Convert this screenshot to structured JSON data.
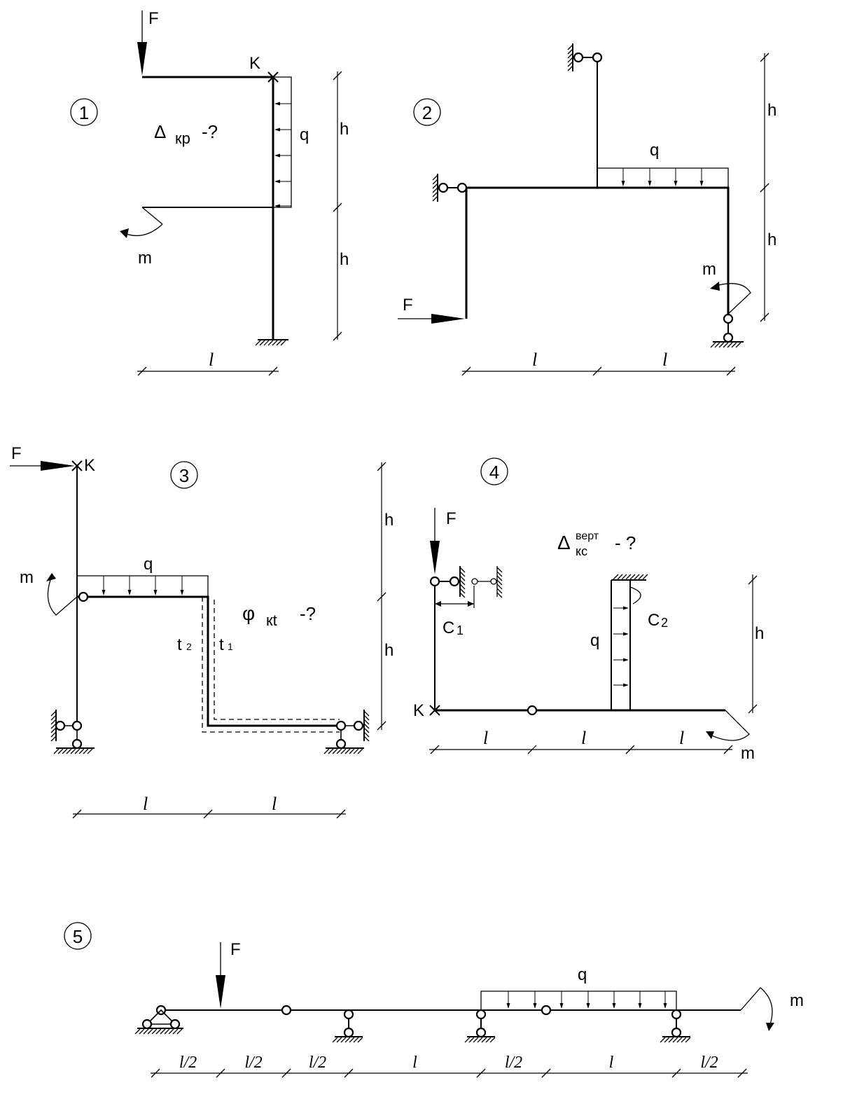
{
  "scheme1": {
    "number": "1",
    "force": "F",
    "node": "K",
    "question_symbol": "Δ",
    "question_sub": "кр",
    "question_tail": "-?",
    "load": "q",
    "moment": "m",
    "height_1": "h",
    "height_2": "h",
    "span": "l"
  },
  "scheme2": {
    "number": "2",
    "force": "F",
    "load": "q",
    "moment": "m",
    "height_1": "h",
    "height_2": "h",
    "span_1": "l",
    "span_2": "l"
  },
  "scheme3": {
    "number": "3",
    "force": "F",
    "node": "K",
    "load": "q",
    "moment": "m",
    "question_symbol": "φ",
    "question_sub": "кt",
    "question_tail": "-?",
    "temp_outer": "t",
    "temp_outer_sub": "2",
    "temp_inner": "t",
    "temp_inner_sub": "1",
    "height_1": "h",
    "height_2": "h",
    "span_1": "l",
    "span_2": "l"
  },
  "scheme4": {
    "number": "4",
    "force": "F",
    "node": "K",
    "load": "q",
    "moment": "m",
    "question_symbol": "Δ",
    "question_sup": "верт",
    "question_sub": "кс",
    "question_tail": "- ?",
    "settlement_1": "C",
    "settlement_1_sub": "1",
    "settlement_2": "C",
    "settlement_2_sub": "2",
    "height": "h",
    "span_1": "l",
    "span_2": "l",
    "span_3": "l"
  },
  "scheme5": {
    "number": "5",
    "force": "F",
    "load": "q",
    "moment": "m",
    "spans": [
      "l/2",
      "l/2",
      "l/2",
      "l",
      "l/2",
      "l",
      "l/2"
    ]
  }
}
